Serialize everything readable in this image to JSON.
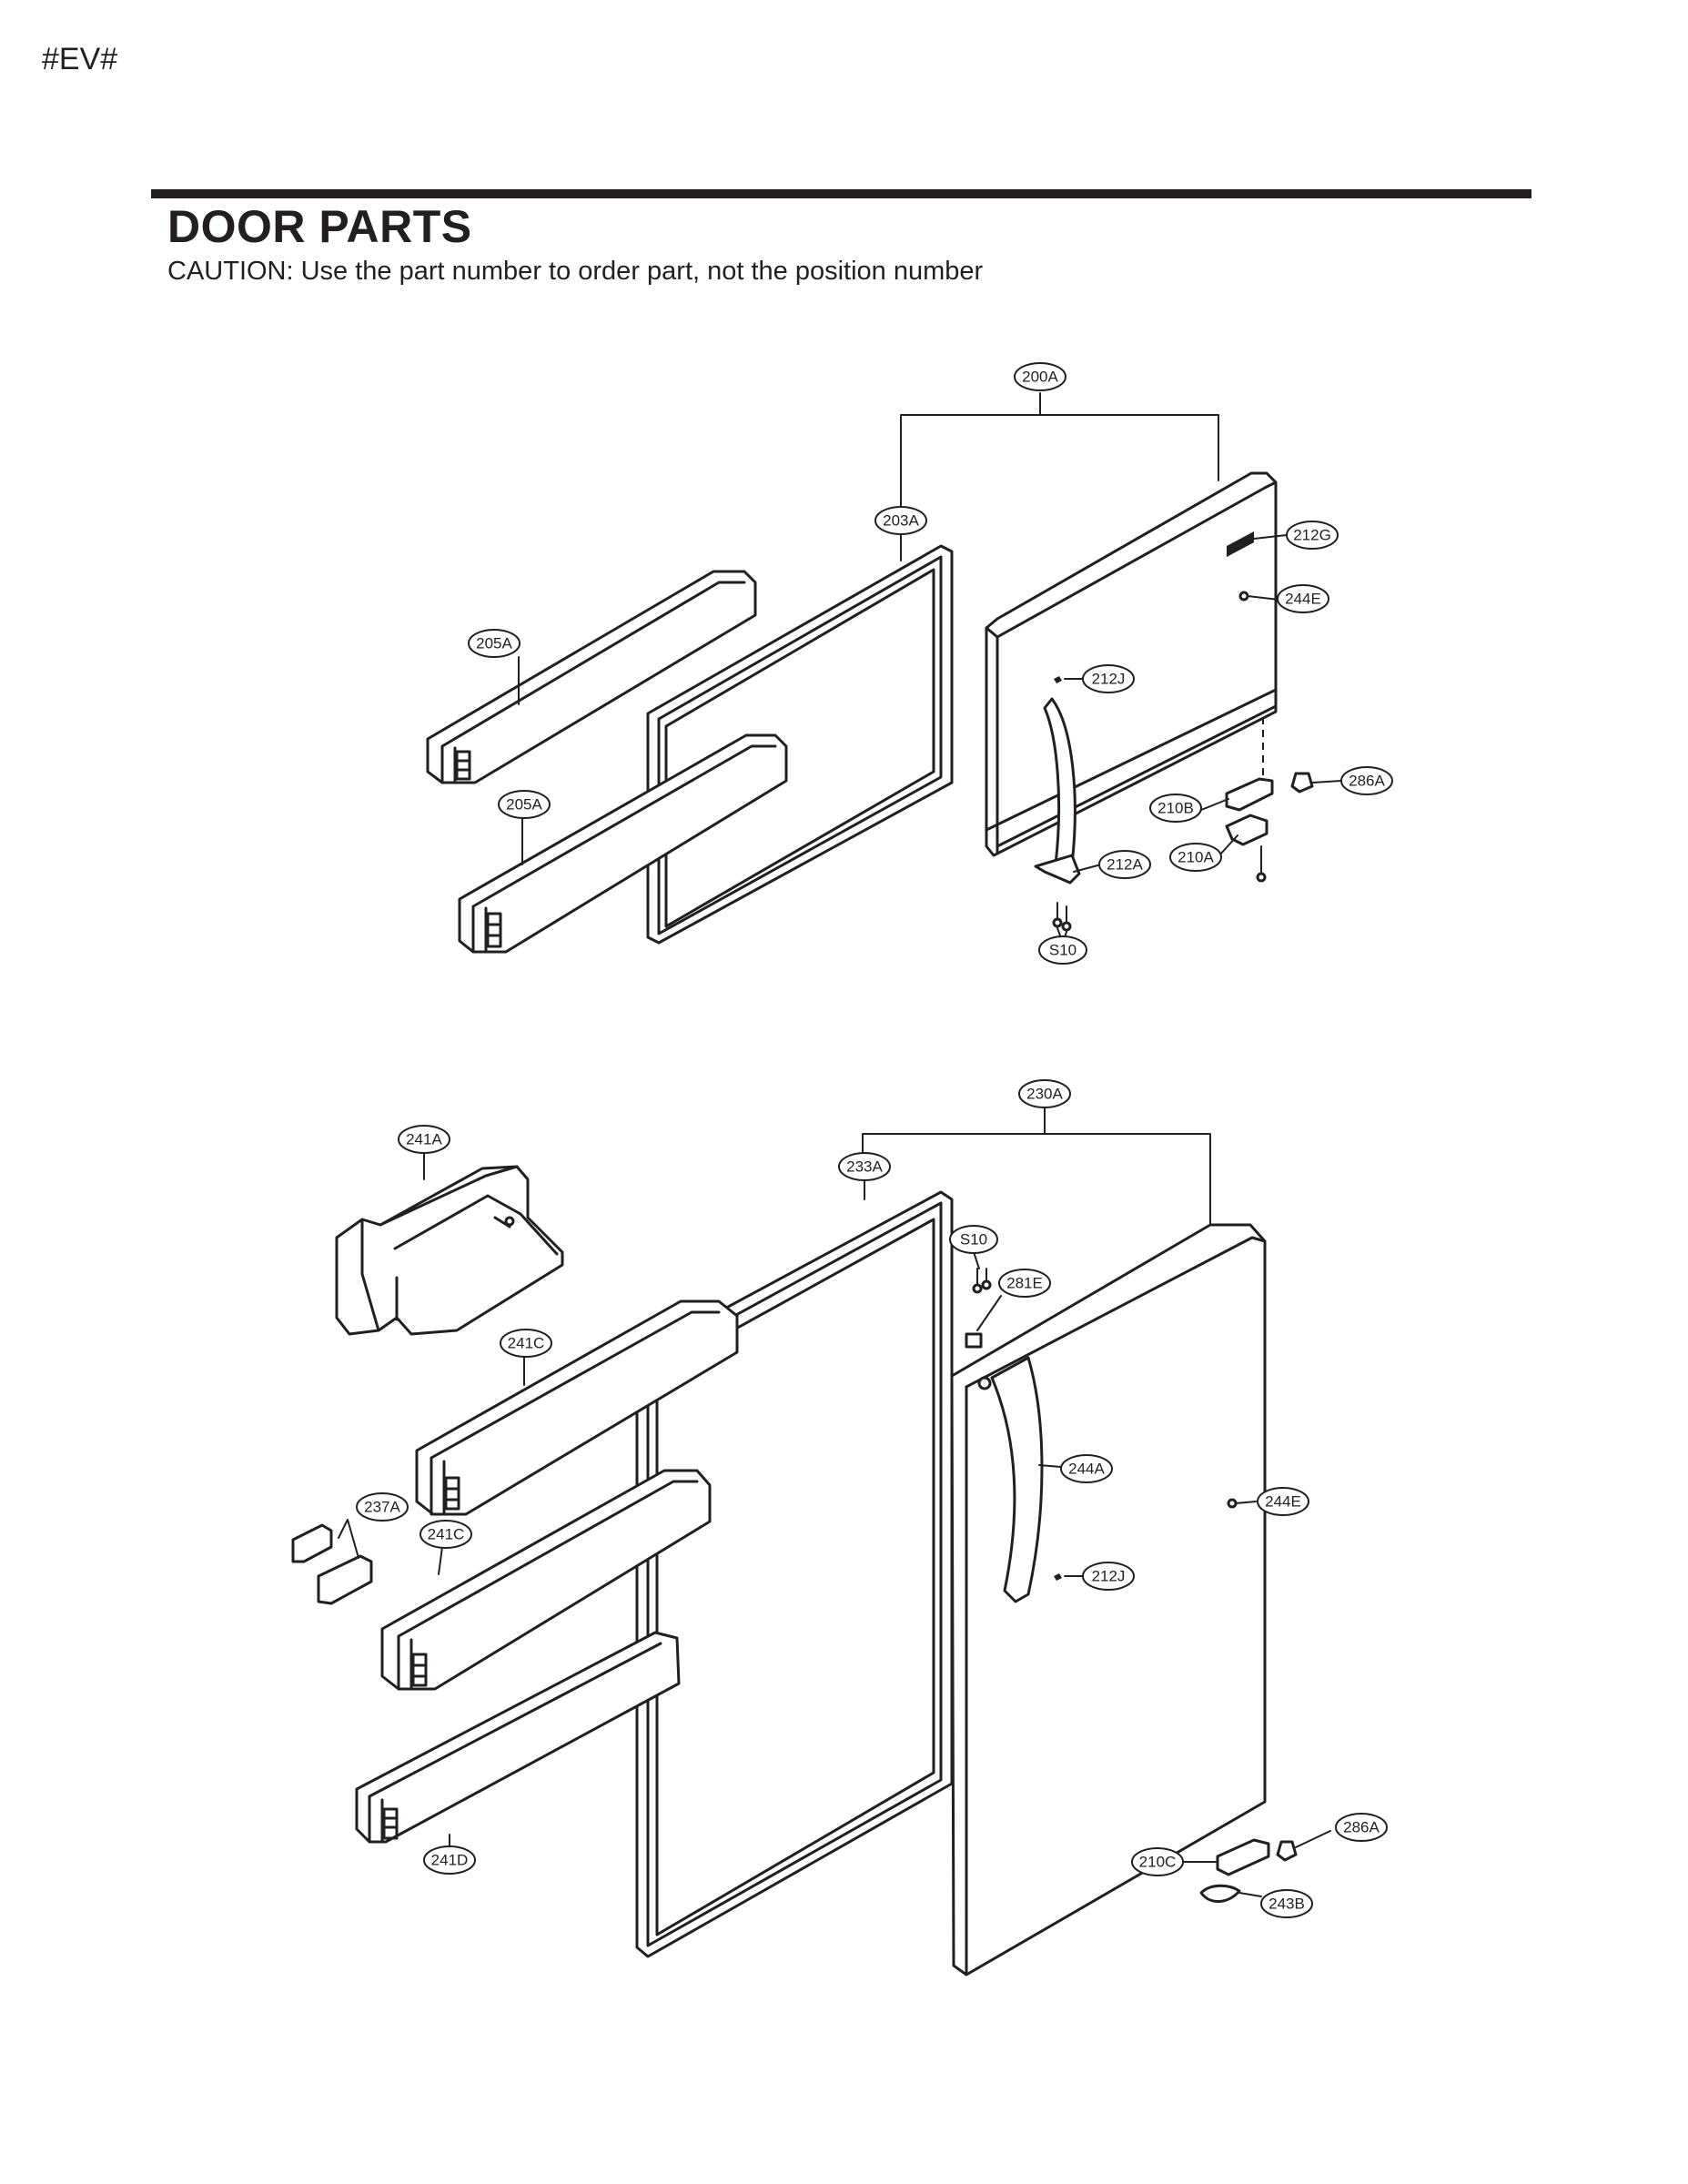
{
  "page_code": "#EV#",
  "title": "DOOR PARTS",
  "caution": "CAUTION: Use the part number to order part, not the position number",
  "callouts": {
    "upper_door_assembly": "200A",
    "upper_gasket": "203A",
    "upper_basket_1": "205A",
    "upper_basket_2": "205A",
    "upper_badge": "212G",
    "upper_cap": "244E",
    "upper_handle_screw": "212J",
    "upper_hinge_cap": "286A",
    "upper_hinge_bracket": "210B",
    "upper_hinge": "210A",
    "upper_handle": "212A",
    "upper_screws": "S10",
    "lower_door_assembly": "230A",
    "lower_gasket": "233A",
    "lower_dairy_bin": "241A",
    "lower_basket_1": "241C",
    "lower_clips": "237A",
    "lower_basket_2": "241C",
    "lower_basket_3": "241D",
    "lower_screws": "S10",
    "lower_hinge_pin": "281E",
    "lower_handle": "244A",
    "lower_cap": "244E",
    "lower_handle_screw": "212J",
    "lower_hinge_cap": "286A",
    "lower_hinge": "210C",
    "lower_hinge_part": "243B"
  }
}
